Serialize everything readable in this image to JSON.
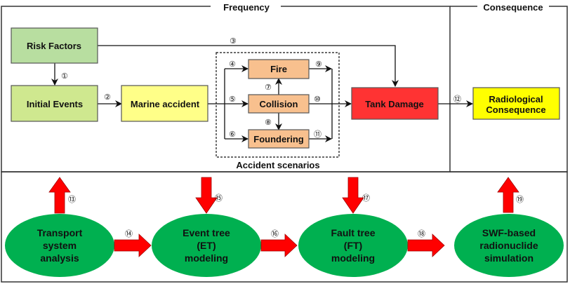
{
  "sections": {
    "frequency": "Frequency",
    "consequence": "Consequence",
    "accident_scenarios": "Accident scenarios"
  },
  "nodes": {
    "risk_factors": "Risk Factors",
    "initial_events": "Initial Events",
    "marine_accident": "Marine accident",
    "fire": "Fire",
    "collision": "Collision",
    "foundering": "Foundering",
    "tank_damage": "Tank Damage",
    "radiological_line1": "Radiological",
    "radiological_line2": "Consequence"
  },
  "methods": {
    "transport": [
      "Transport",
      "system",
      "analysis"
    ],
    "event_tree": [
      "Event tree",
      "(ET)",
      "modeling"
    ],
    "fault_tree": [
      "Fault tree",
      "(FT)",
      "modeling"
    ],
    "swf": [
      "SWF-based",
      "radionuclide",
      "simulation"
    ]
  },
  "step_numbers": {
    "s1": "①",
    "s2": "②",
    "s3": "③",
    "s4": "④",
    "s5": "⑤",
    "s6": "⑥",
    "s7": "⑦",
    "s8": "⑧",
    "s9": "⑨",
    "s10": "⑩",
    "s11": "⑪",
    "s12": "⑫",
    "s13": "⑬",
    "s14": "⑭",
    "s15": "⑮",
    "s16": "⑯",
    "s17": "⑰",
    "s18": "⑱",
    "s19": "⑲"
  },
  "colors": {
    "risk_factors": "#b8dea0",
    "initial_events": "#cfe88f",
    "marine_accident": "#ffff88",
    "scenario": "#f8c08e",
    "tank_damage": "#ff3333",
    "radiological": "#ffff00",
    "method_ellipse": "#00b050",
    "red_arrow": "#ff0000"
  }
}
